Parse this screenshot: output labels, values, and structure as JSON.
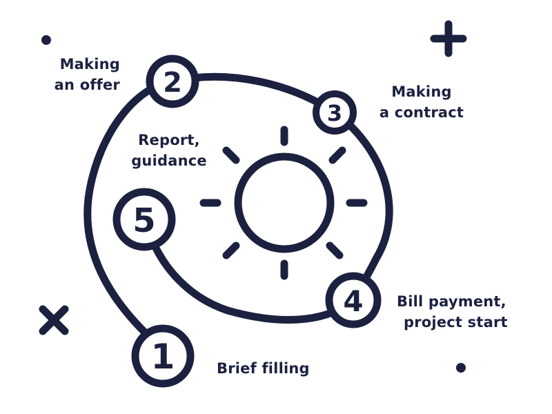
{
  "colors": {
    "ink": "#1c2140",
    "background": "#ffffff"
  },
  "decorations": [
    "sun-icon",
    "plus-icon",
    "cross-icon",
    "dot-icon"
  ],
  "steps": [
    {
      "number": "1",
      "label_lines": [
        "Brief filling"
      ]
    },
    {
      "number": "2",
      "label_lines": [
        "Making",
        "an offer"
      ]
    },
    {
      "number": "3",
      "label_lines": [
        "Making",
        "a contract"
      ]
    },
    {
      "number": "4",
      "label_lines": [
        "Bill payment,",
        "project start"
      ]
    },
    {
      "number": "5",
      "label_lines": [
        "Report,",
        "guidance"
      ]
    }
  ]
}
